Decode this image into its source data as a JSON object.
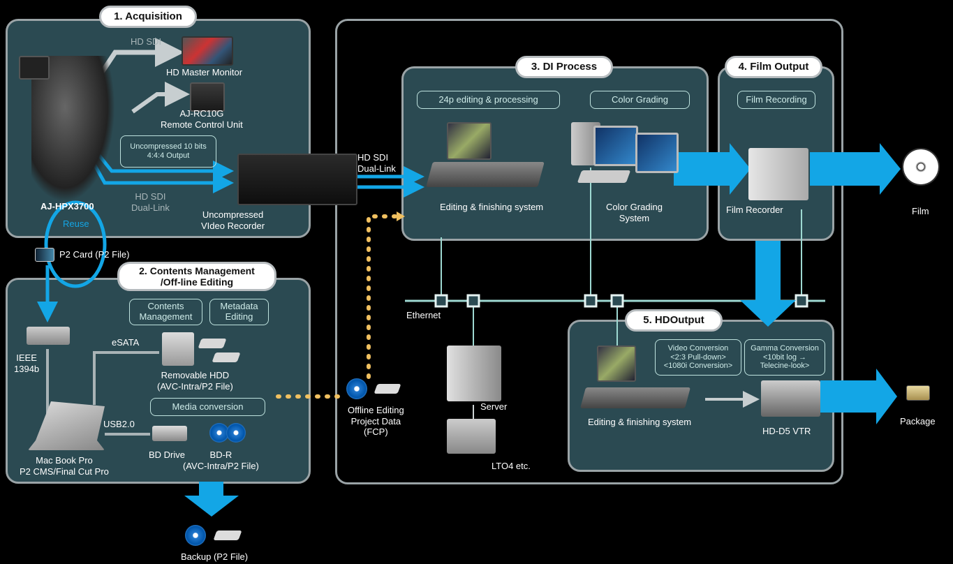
{
  "panels": {
    "acquisition": {
      "title": "1. Acquisition"
    },
    "contents": {
      "title_line1": "2. Contents Management",
      "title_line2": "/Off-line Editing"
    },
    "di": {
      "title": "3. DI Process"
    },
    "film_output": {
      "title": "4. Film Output"
    },
    "hd_output": {
      "title": "5. HDOutput"
    }
  },
  "acquisition": {
    "hd_sdi_top": "HD SDI",
    "hd_master_monitor": "HD Master Monitor",
    "rc_line1": "AJ-RC10G",
    "rc_line2": "Remote Control Unit",
    "uncompressed_chip_line1": "Uncompressed 10 bits",
    "uncompressed_chip_line2": "4:4:4 Output",
    "hd_sdi_bottom_line1": "HD SDI",
    "hd_sdi_bottom_line2": "Dual-Link",
    "camera": "AJ-HPX3700",
    "recorder_line1": "Uncompressed",
    "recorder_line2": "VIdeo Recorder",
    "reuse": "Reuse"
  },
  "p2_card": "P2 Card (P2 File)",
  "contents": {
    "chip_contents_line1": "Contents",
    "chip_contents_line2": "Management",
    "chip_metadata_line1": "Metadata",
    "chip_metadata_line2": "Editing",
    "esata": "eSATA",
    "ieee_line1": "IEEE",
    "ieee_line2": "1394b",
    "removable_line1": "Removable HDD",
    "removable_line2": "(AVC-Intra/P2 File)",
    "media_conversion": "Media conversion",
    "usb": "USB2.0",
    "macbook_line1": "Mac Book Pro",
    "macbook_line2": "P2 CMS/Final Cut Pro",
    "bd_drive": "BD Drive",
    "bdr_line1": "BD-R",
    "bdr_line2": "(AVC-Intra/P2 File)"
  },
  "backup": "Backup (P2 File)",
  "link": {
    "line1": "HD SDI",
    "line2": "Dual-Link"
  },
  "di": {
    "chip_24p": "24p editing & processing",
    "chip_color": "Color Grading",
    "editing": "Editing & finishing system",
    "grading_line1": "Color Grading",
    "grading_line2": "System"
  },
  "film_output": {
    "chip": "Film Recording",
    "recorder": "Film Recorder"
  },
  "film": "Film",
  "network": {
    "ethernet": "Ethernet",
    "server": "Server",
    "lto": "LTO4 etc.",
    "offline_line1": "Offline Editing",
    "offline_line2": "Project Data",
    "offline_line3": "(FCP)"
  },
  "hd_output": {
    "chip_video_line1": "Video Conversion",
    "chip_video_line2": "<2:3 Pull-down>",
    "chip_video_line3": "<1080i Conversion>",
    "chip_gamma_line1": "Gamma Conversion",
    "chip_gamma_line2": "<10bit log →",
    "chip_gamma_line3": "Telecine-look>",
    "editing": "Editing & finishing system",
    "vtr": "HD-D5 VTR"
  },
  "package": "Package",
  "colors": {
    "panel": "#2b4a52",
    "border": "#9aa3a6",
    "arrow_blue": "#13a6e6",
    "dots": "#f0c060",
    "line": "#9ed9d2"
  }
}
